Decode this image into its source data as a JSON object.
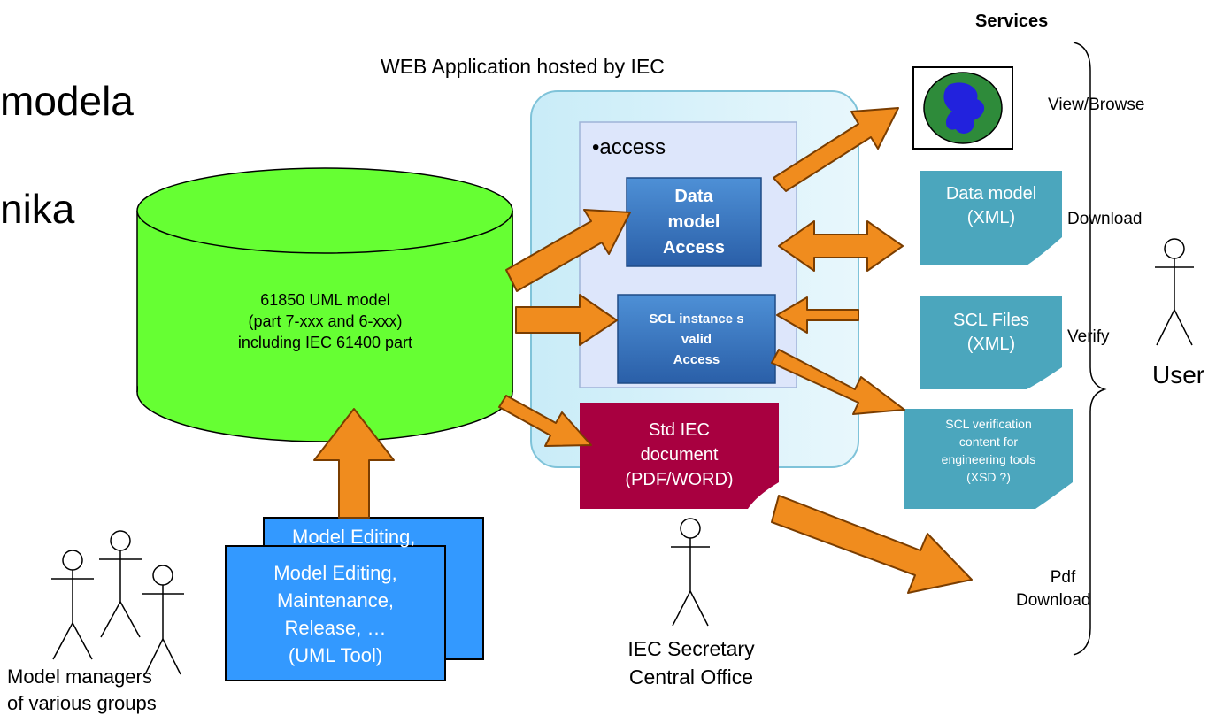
{
  "slide": {
    "partial_title_line1": "modela",
    "partial_title_line2": "nika"
  },
  "web_app": {
    "title": "WEB Application hosted by IEC",
    "access_label": "•access"
  },
  "services": {
    "header": "Services",
    "view_browse": "View/Browse",
    "download": "Download",
    "verify": "Verify",
    "pdf_download_line1": "Pdf",
    "pdf_download_line2": "Download"
  },
  "database": {
    "line1": "61850 UML model",
    "line2": "(part 7-xxx and 6-xxx)",
    "line3": "including IEC 61400 part",
    "color": "#66ff33"
  },
  "data_model_access": {
    "line1": "Data",
    "line2": "model",
    "line3": "Access"
  },
  "scl_access": {
    "line1": "SCL instance s",
    "line2": "valid",
    "line3": "Access"
  },
  "std_doc": {
    "line1": "Std IEC",
    "line2": "document",
    "line3": "(PDF/WORD)"
  },
  "data_model_xml": {
    "line1": "Data model",
    "line2": "(XML)"
  },
  "scl_files": {
    "line1": "SCL Files",
    "line2": "(XML)"
  },
  "scl_verification": {
    "line1": "SCL verification",
    "line2": "content for",
    "line3": "engineering tools",
    "line4": "(XSD ?)"
  },
  "model_editing": {
    "back_line1": "Model Editing,",
    "line1": "Model Editing,",
    "line2": "Maintenance,",
    "line3": "Release, …",
    "line4": "(UML Tool)"
  },
  "actors": {
    "user": "User",
    "secretary_line1": "IEC Secretary",
    "secretary_line2": "Central Office",
    "managers_line1": "Model managers",
    "managers_line2": "of various groups"
  },
  "colors": {
    "arrow_orange": "#f08c1e",
    "box_blue": "#3a7cc4",
    "doc_teal": "#4ba6bd",
    "doc_crimson": "#a80040",
    "tool_blue": "#3399ff",
    "panel_fill": "#dff3fb"
  }
}
